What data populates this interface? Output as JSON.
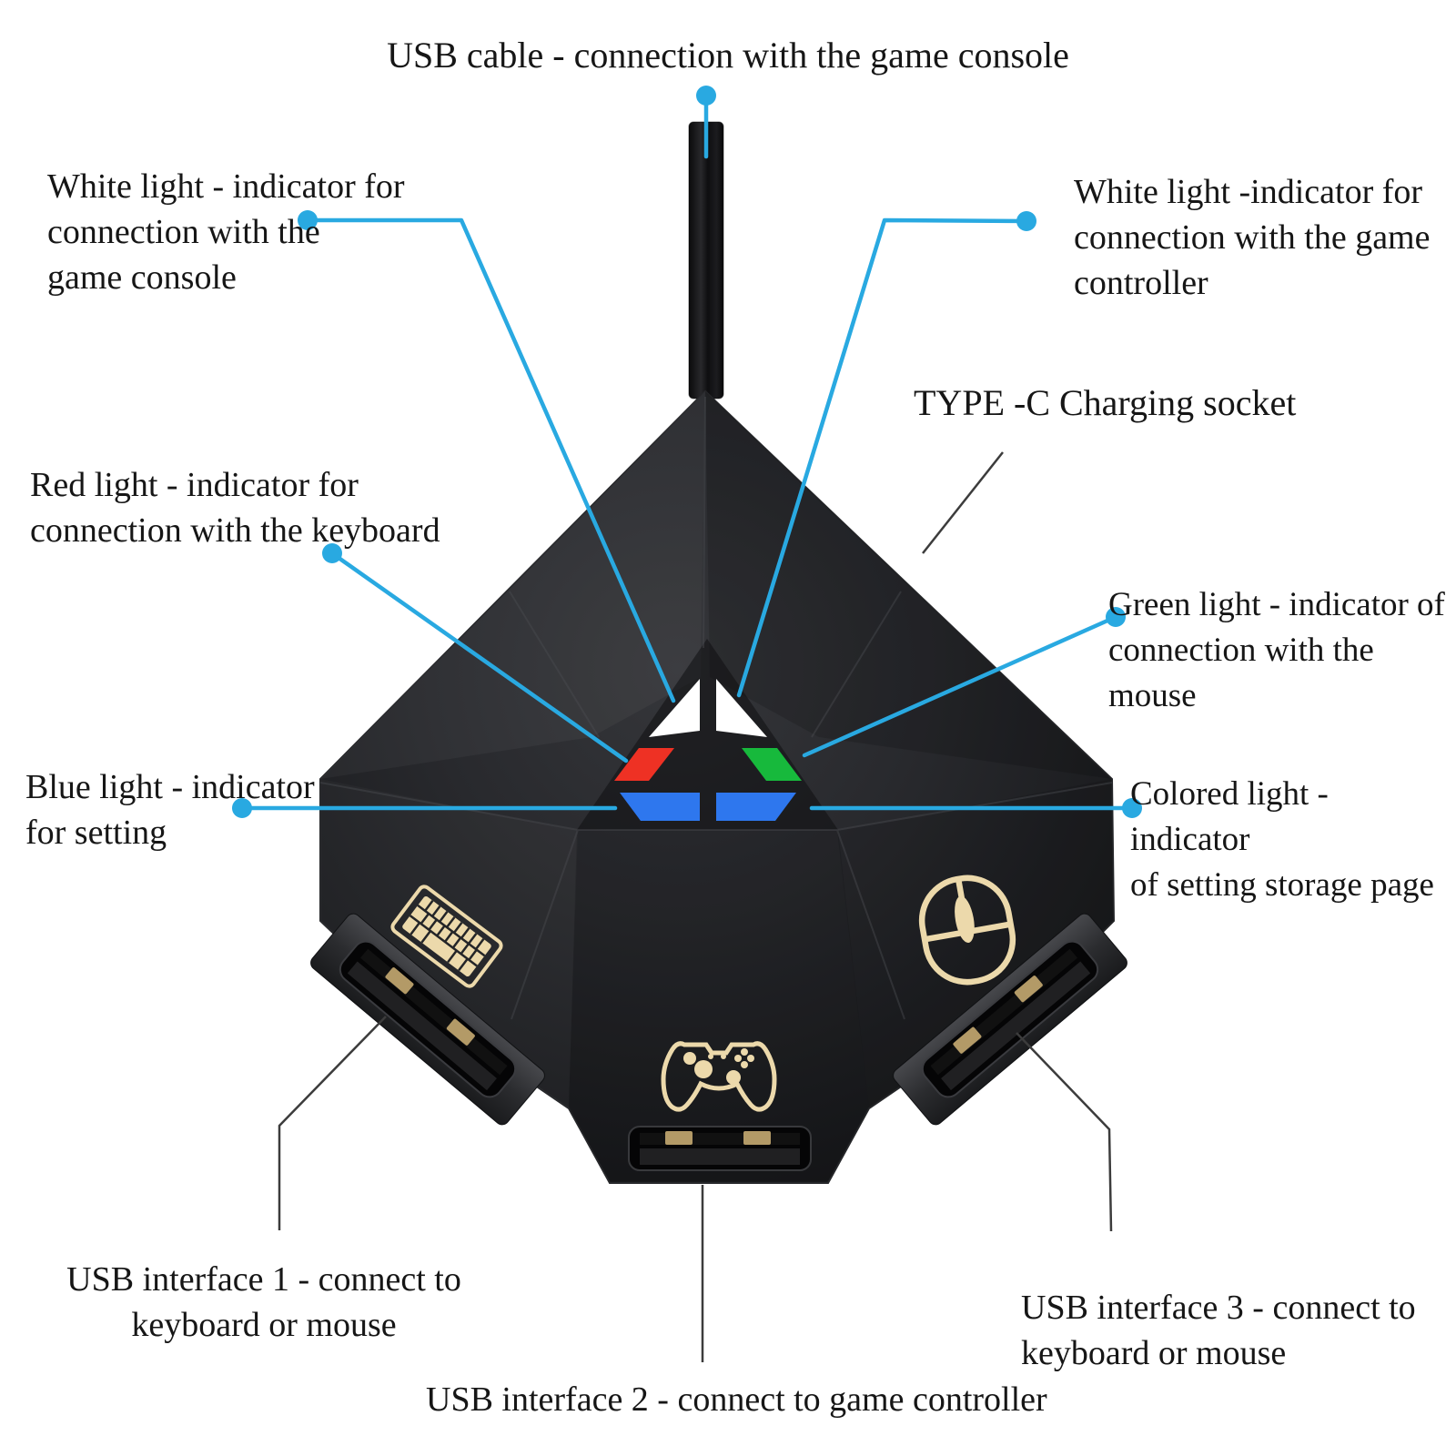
{
  "figure": {
    "kind": "annotated product diagram",
    "subject": "keyboard/mouse to game console USB adapter"
  },
  "annotations": {
    "usb_cable": "USB cable - connection with the game console",
    "white_left": "White light - indicator for\nconnection with the\ngame console",
    "white_right": "White light -indicator for\nconnection with the game\ncontroller",
    "type_c": "TYPE -C Charging socket",
    "red": "Red light - indicator for\nconnection with the keyboard",
    "green": "Green light - indicator of\nconnection with the mouse",
    "blue": "Blue light - indicator\nfor setting",
    "colored": "Colored light - indicator\nof setting storage page",
    "usb1": "USB interface 1 - connect to\nkeyboard or mouse",
    "usb2": "USB interface 2 - connect to game controller",
    "usb3": "USB interface 3 - connect to\nkeyboard or mouse"
  },
  "icons": {
    "keyboard": "keyboard-icon",
    "mouse": "mouse-icon",
    "gamepad": "gamepad-icon",
    "indicator_logo": "triangle-lights-icon"
  },
  "colors": {
    "callout_blue": "#29A9E1",
    "line_dark": "#3c3c3c",
    "light_white": "#ffffff",
    "light_red": "#ee3124",
    "light_green": "#17b93c",
    "light_blue": "#2e77ee",
    "icon_gold": "#ecd9ab",
    "contact_gold": "#b39a67",
    "body_dark": "#1c1d20",
    "text": "#161616"
  }
}
